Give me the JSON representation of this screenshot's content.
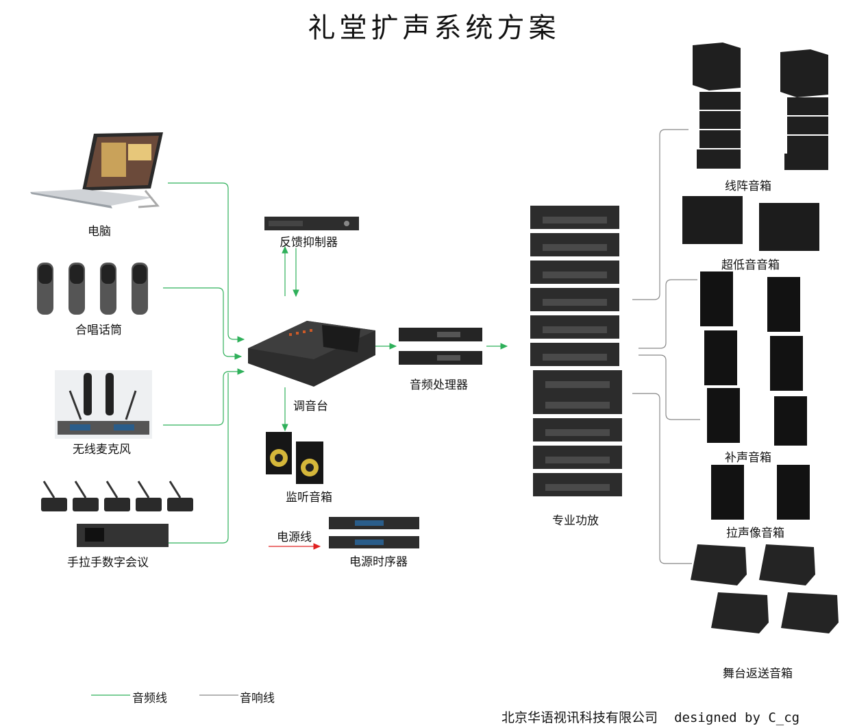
{
  "title": "礼堂扩声系统方案",
  "nodes": {
    "computer": "电脑",
    "choir_mic": "合唱话筒",
    "wireless_mic": "无线麦克风",
    "conference": "手拉手数字会议",
    "feedback_suppressor": "反馈抑制器",
    "mixer": "调音台",
    "monitor": "监听音箱",
    "power_line": "电源线",
    "power_sequencer": "电源时序器",
    "audio_processor": "音频处理器",
    "amplifier": "专业功放",
    "line_array": "线阵音箱",
    "subwoofer": "超低音音箱",
    "fill_speaker": "补声音箱",
    "image_speaker": "拉声像音箱",
    "stage_monitor": "舞台返送音箱"
  },
  "legend": {
    "audio_line": "音频线",
    "speaker_line": "音响线"
  },
  "colors": {
    "audio_line": "#2fb05a",
    "speaker_line": "#888888",
    "power_line": "#e02020"
  },
  "footer": {
    "company": "北京华语视讯科技有限公司",
    "credit": "designed by C_cg"
  }
}
